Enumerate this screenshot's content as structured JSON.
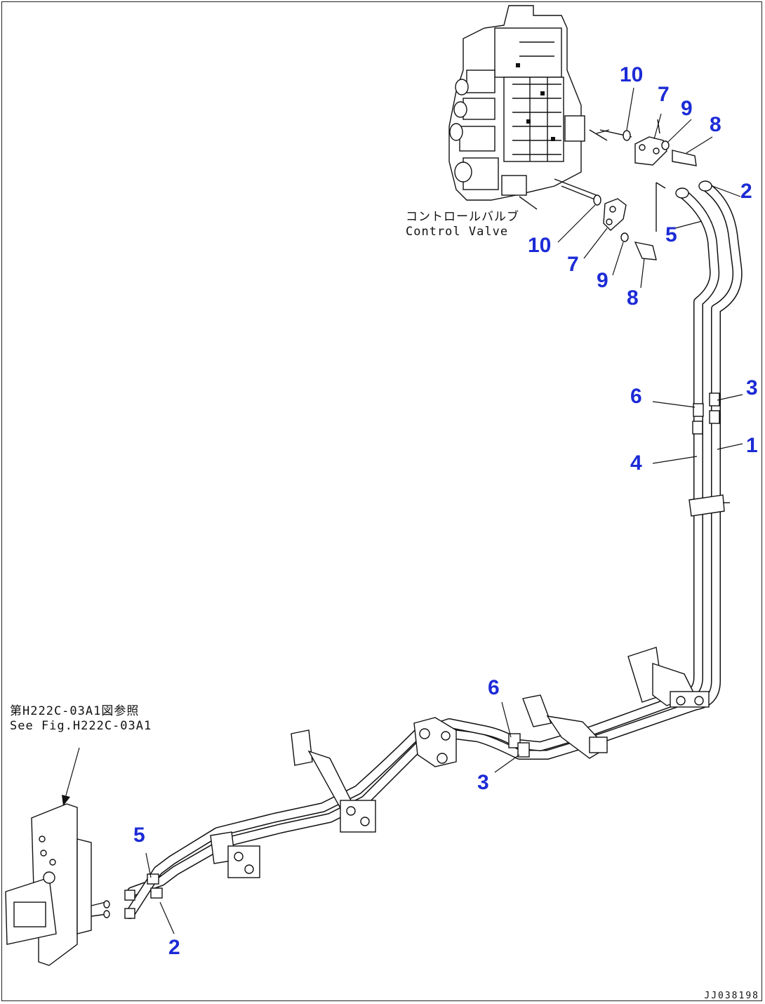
{
  "control_valve_label": {
    "jp": "コントロールバルブ",
    "en": "Control Valve"
  },
  "reference_label": {
    "jp": "第H222C-03A1図参照",
    "en": "See Fig.H222C-03A1"
  },
  "document_id": "JJ038198",
  "callouts": {
    "c10a": "10",
    "c7a": "7",
    "c9a": "9",
    "c8a": "8",
    "c2a": "2",
    "c5a": "5",
    "c10b": "10",
    "c7b": "7",
    "c9b": "9",
    "c8b": "8",
    "c6a": "6",
    "c3a": "3",
    "c4": "4",
    "c1": "1",
    "c6b": "6",
    "c3b": "3",
    "c5b": "5",
    "c2b": "2"
  },
  "colors": {
    "callout": "#1c2bd6",
    "line": "#111111"
  }
}
